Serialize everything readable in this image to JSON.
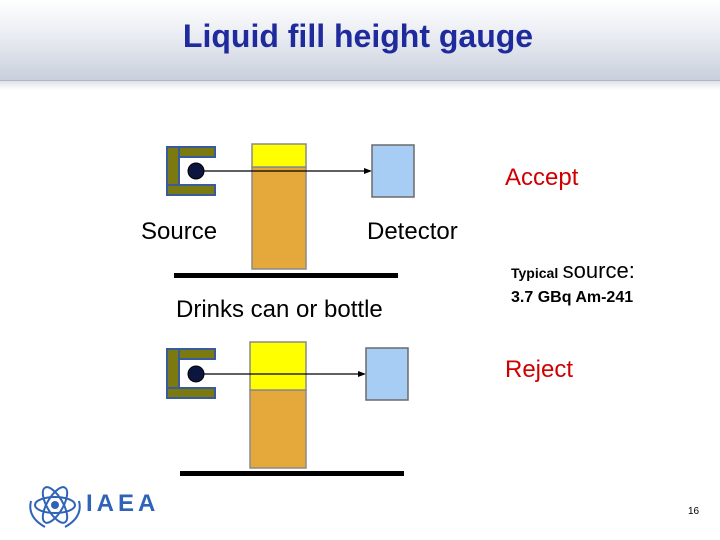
{
  "slide": {
    "title": "Liquid fill height gauge",
    "page_number": "16"
  },
  "diagram": {
    "labels": {
      "source": "Source",
      "detector": "Detector",
      "container": "Drinks can or bottle",
      "accept": "Accept",
      "reject": "Reject"
    },
    "typical_source": {
      "prefix": "Typical",
      "word": "source:",
      "value": "3.7 GBq Am-241"
    }
  },
  "logo": {
    "text": "IAEA"
  },
  "colors": {
    "title": "#1f2a9c",
    "source_holder": "#7a7a10",
    "source_holder_edge": "#3a5a9e",
    "container_fill": "#e4a93a",
    "liquid_top": "#ffff00",
    "detector": "#a8cdf4",
    "status_text": "#d10000",
    "logo": "#2f63b8"
  }
}
